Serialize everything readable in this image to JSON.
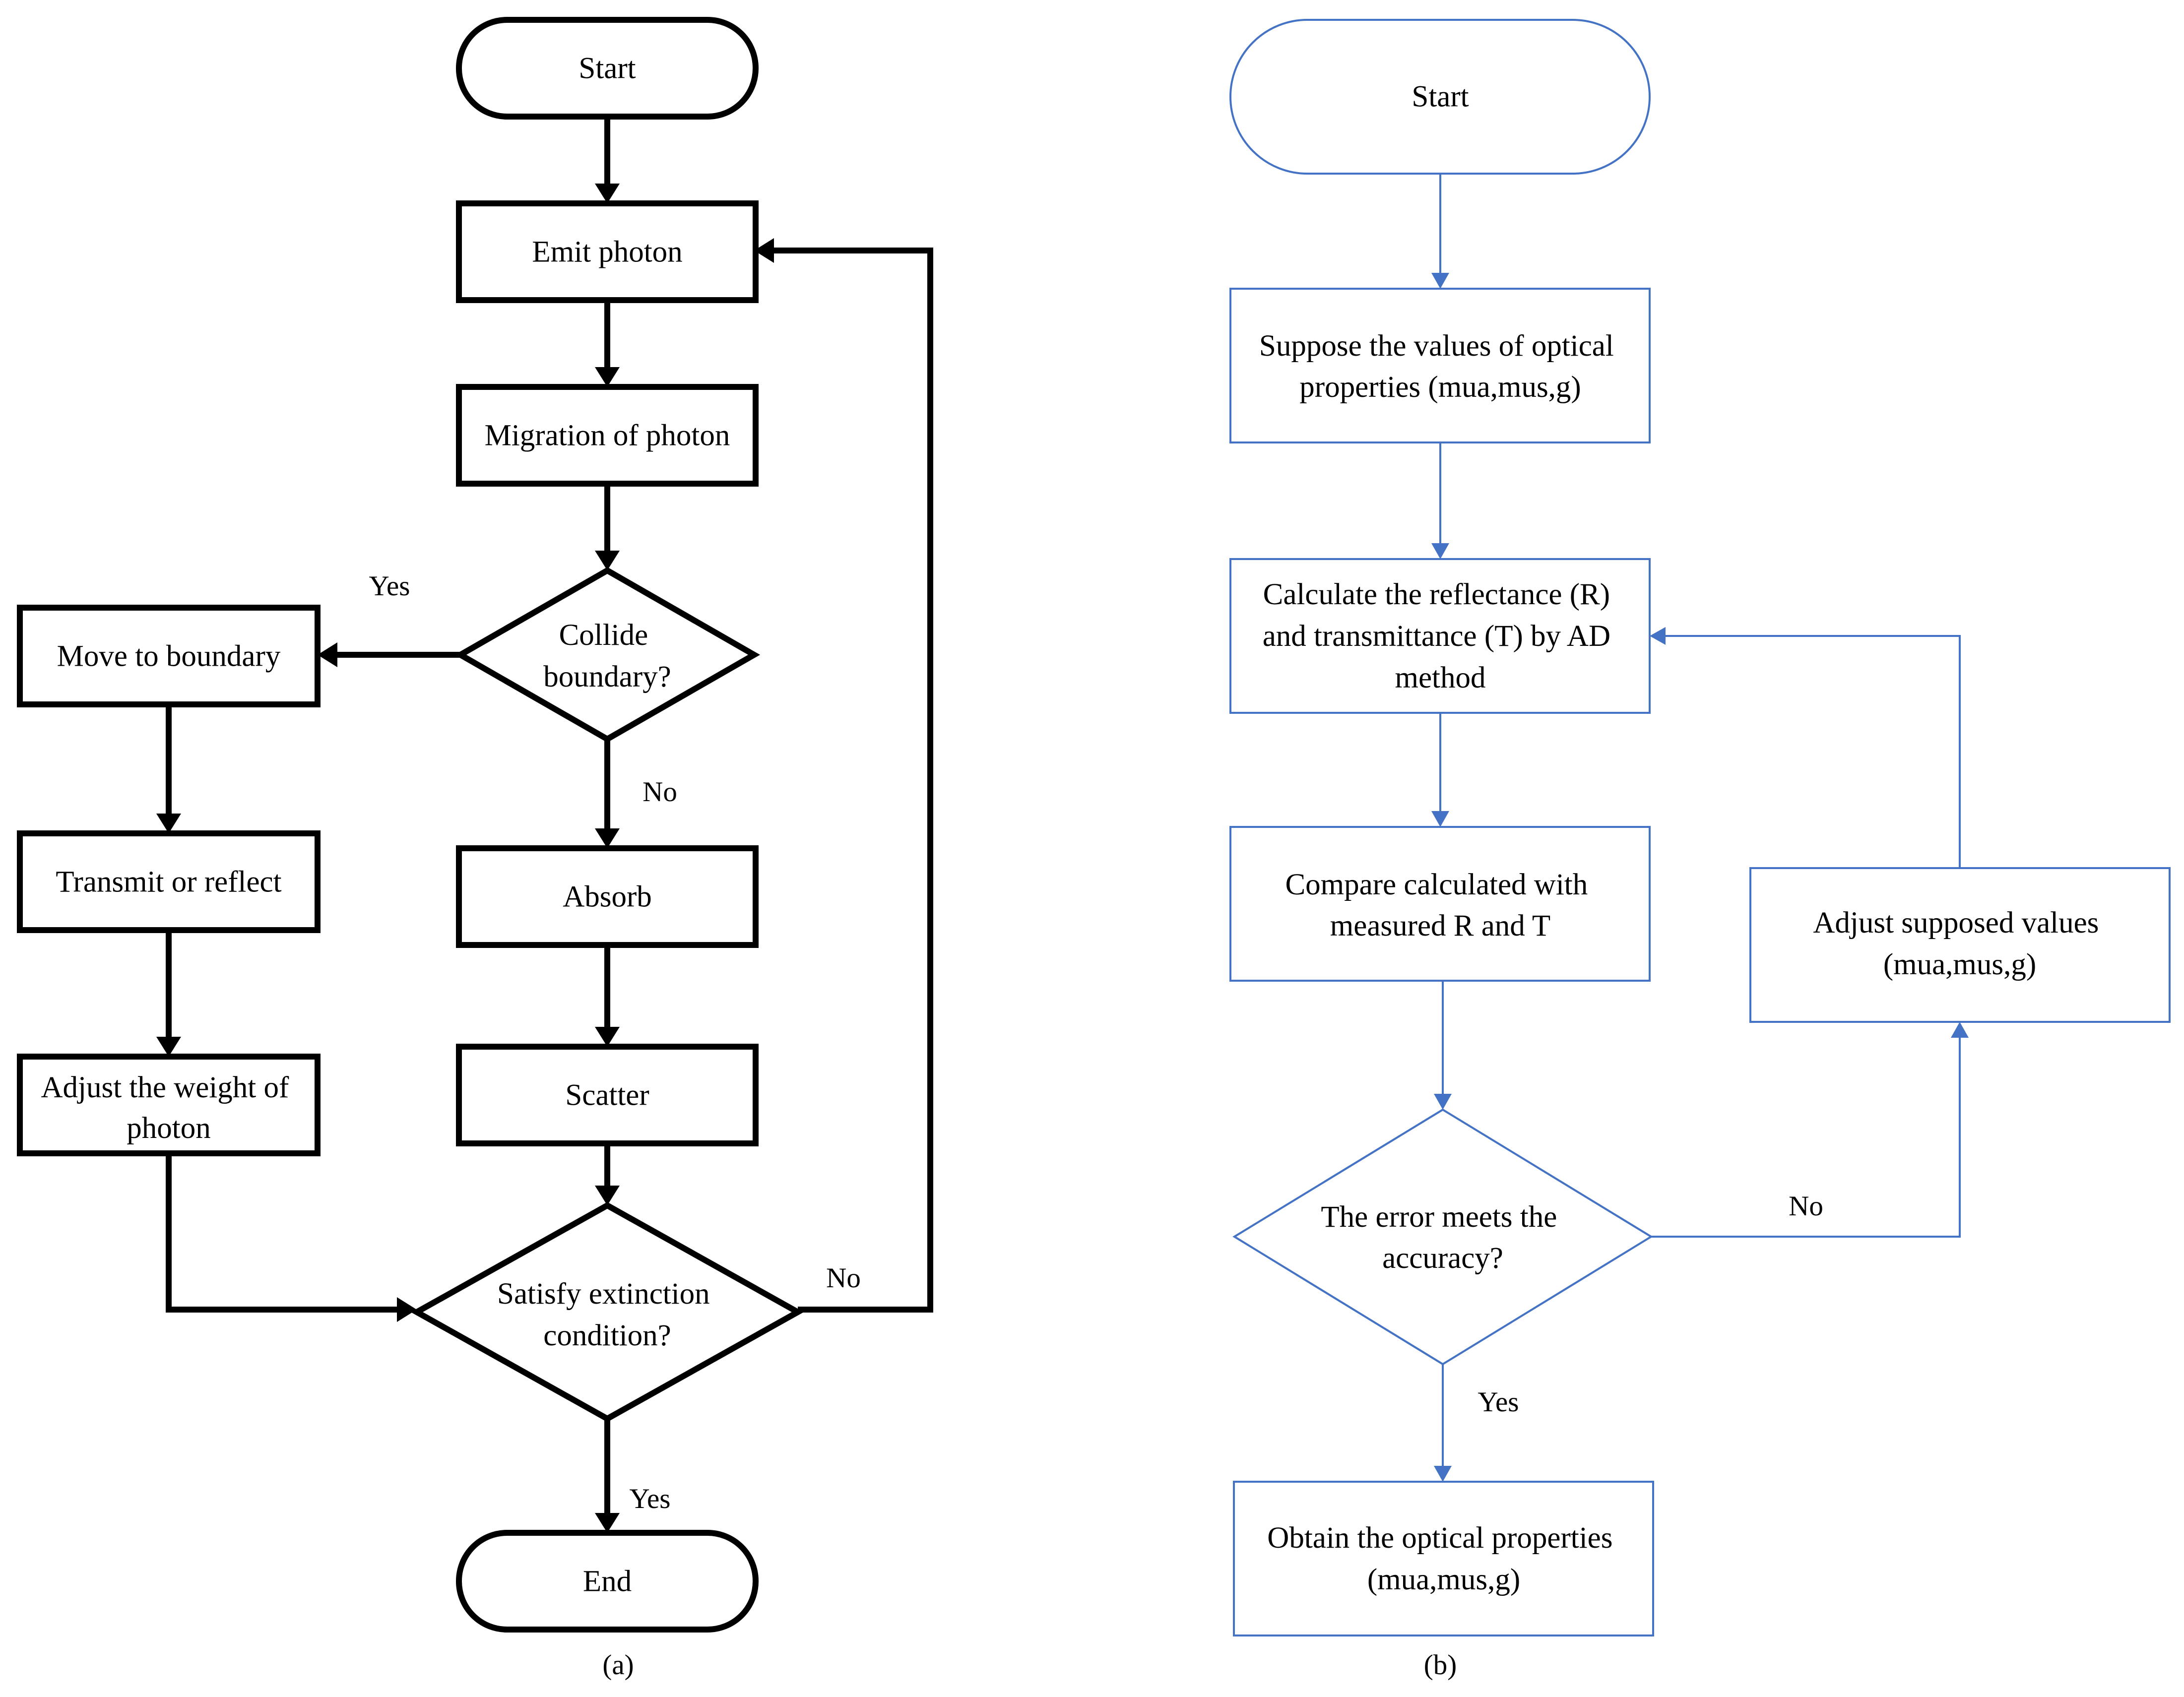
{
  "panel_a": {
    "caption": "(a)",
    "nodes": {
      "start": "Start",
      "emit": "Emit photon",
      "migration": "Migration of photon",
      "collide": [
        "Collide",
        "boundary?"
      ],
      "move": "Move to boundary",
      "transmit": "Transmit or reflect",
      "adjust_weight": [
        "Adjust the weight of",
        "photon"
      ],
      "absorb": "Absorb",
      "scatter": "Scatter",
      "extinction": [
        "Satisfy extinction",
        "condition?"
      ],
      "end": "End"
    },
    "edge_labels": {
      "collide_yes": "Yes",
      "collide_no": "No",
      "extinction_no": "No",
      "extinction_yes": "Yes"
    },
    "colors": {
      "stroke": "#000000"
    }
  },
  "panel_b": {
    "caption": "(b)",
    "nodes": {
      "start": "Start",
      "suppose": [
        "Suppose the values of optical",
        "properties (mua,mus,g)"
      ],
      "calculate": [
        "Calculate the reflectance (R)",
        "and transmittance (T) by AD",
        "method"
      ],
      "compare": [
        "Compare calculated with",
        "measured R and T"
      ],
      "error": [
        "The error meets the",
        "accuracy?"
      ],
      "adjust": [
        "Adjust supposed values",
        "(mua,mus,g)"
      ],
      "obtain": [
        "Obtain the optical properties",
        "(mua,mus,g)"
      ]
    },
    "edge_labels": {
      "error_no": "No",
      "error_yes": "Yes"
    },
    "colors": {
      "stroke": "#4472C4"
    }
  }
}
